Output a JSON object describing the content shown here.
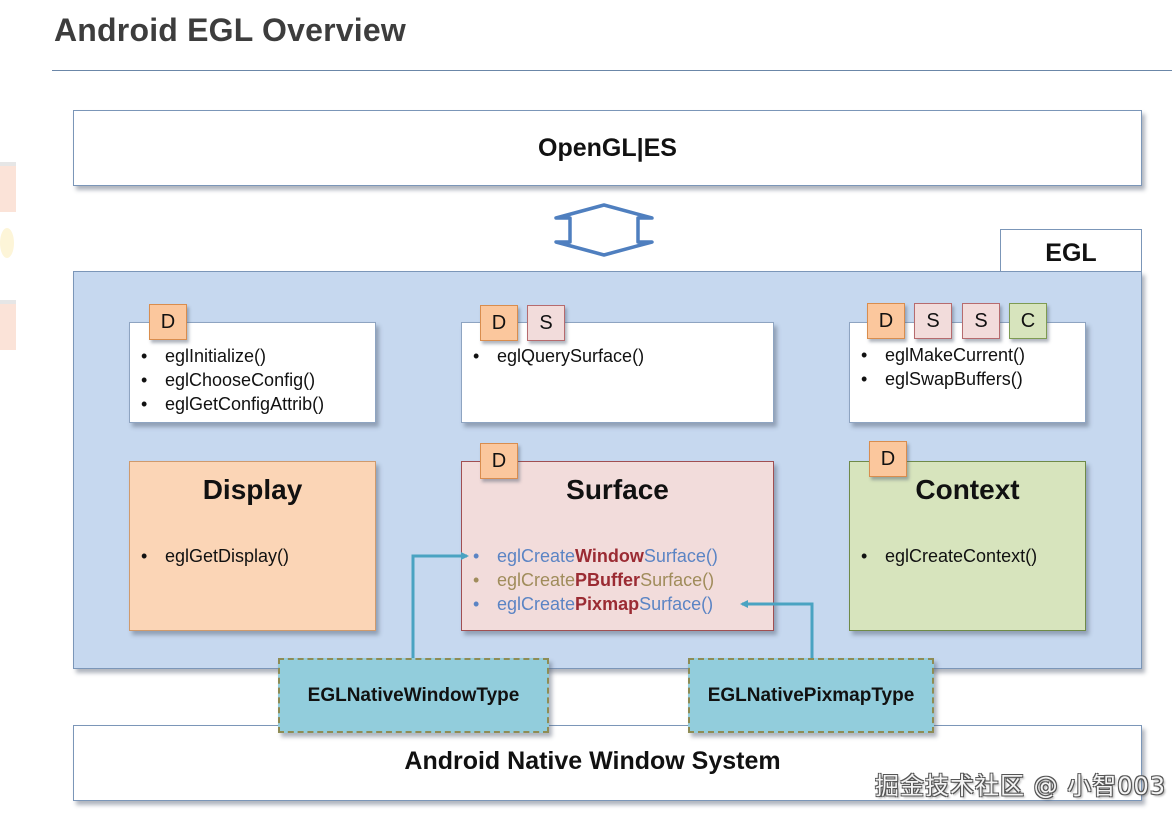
{
  "title": "Android EGL Overview",
  "layers": {
    "top": "OpenGL|ES",
    "bottom": "Android Native Window System"
  },
  "egl": {
    "label": "EGL",
    "api_cards": [
      {
        "tags": [
          "D"
        ],
        "functions": [
          "eglInitialize()",
          "eglChooseConfig()",
          "eglGetConfigAttrib()"
        ]
      },
      {
        "tags": [
          "D",
          "S"
        ],
        "functions": [
          "eglQuerySurface()"
        ]
      },
      {
        "tags": [
          "D",
          "S",
          "S",
          "C"
        ],
        "functions": [
          "eglMakeCurrent()",
          "eglSwapBuffers()"
        ]
      }
    ],
    "objects": {
      "display": {
        "title": "Display",
        "functions": [
          "eglGetDisplay()"
        ]
      },
      "surface": {
        "tag": "D",
        "title": "Surface",
        "functions": [
          {
            "prefix": "eglCreate",
            "emphasis": "Window",
            "suffix": "Surface()",
            "color": "#5b84c4"
          },
          {
            "prefix": "eglCreate",
            "emphasis": "PBuffer",
            "suffix": "Surface()",
            "color": "#a08c5b"
          },
          {
            "prefix": "eglCreate",
            "emphasis": "Pixmap",
            "suffix": "Surface()",
            "color": "#5b84c4"
          }
        ]
      },
      "context": {
        "tag": "D",
        "title": "Context",
        "functions": [
          "eglCreateContext()"
        ]
      }
    }
  },
  "native_types": {
    "window": "EGLNativeWindowType",
    "pixmap": "EGLNativePixmapType"
  },
  "colors": {
    "egl_bg": "#c6d8ef",
    "display_bg": "#fbd5b6",
    "surface_bg": "#f2dcdb",
    "context_bg": "#d7e4bd",
    "native_bg": "#92cddc",
    "connector": "#4aa3c2",
    "emphasis": "#9b2b33"
  },
  "watermark": "掘金技术社区 @ 小智003"
}
